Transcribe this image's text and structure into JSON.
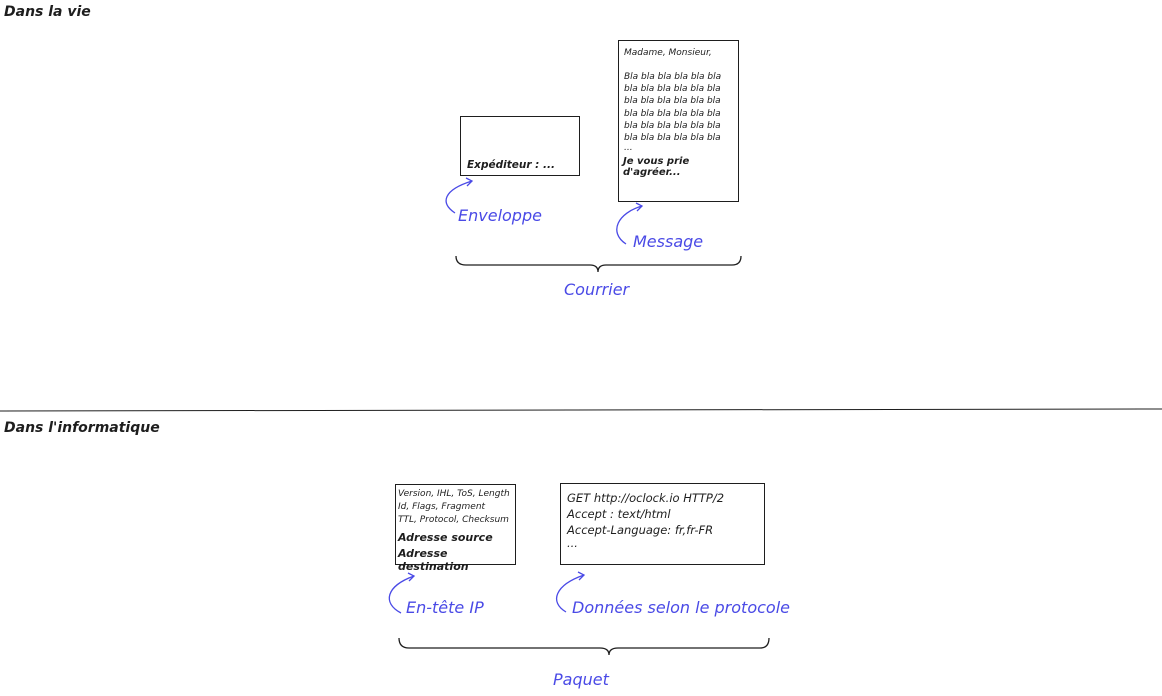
{
  "sections": {
    "life": {
      "title": "Dans la vie"
    },
    "computing": {
      "title": "Dans l'informatique"
    }
  },
  "letter": {
    "envelope_label": "Expéditeur : ...",
    "salutation": "Madame, Monsieur,",
    "body_lines": [
      "Bla bla bla bla bla bla",
      "bla bla bla bla bla bla",
      "bla bla bla bla bla bla",
      "bla bla bla bla bla bla",
      "bla bla bla bla bla bla",
      "bla bla bla bla bla bla",
      "..."
    ],
    "closing": "Je vous prie d'agréer..."
  },
  "annotations_life": {
    "envelope": "Enveloppe",
    "message": "Message",
    "group": "Courrier"
  },
  "ip_header": {
    "lines": [
      "Version, IHL, ToS, Length",
      "Id, Flags, Fragment",
      "TTL, Protocol, Checksum"
    ],
    "source": "Adresse source",
    "destination": "Adresse destination"
  },
  "payload": {
    "lines": [
      "GET http://oclock.io HTTP/2",
      "Accept : text/html",
      "Accept-Language: fr,fr-FR",
      "..."
    ]
  },
  "annotations_computing": {
    "header": "En-tête IP",
    "data": "Données selon le protocole",
    "group": "Paquet"
  },
  "colors": {
    "ink": "#1e1e1e",
    "accent": "#4a4ae6"
  }
}
